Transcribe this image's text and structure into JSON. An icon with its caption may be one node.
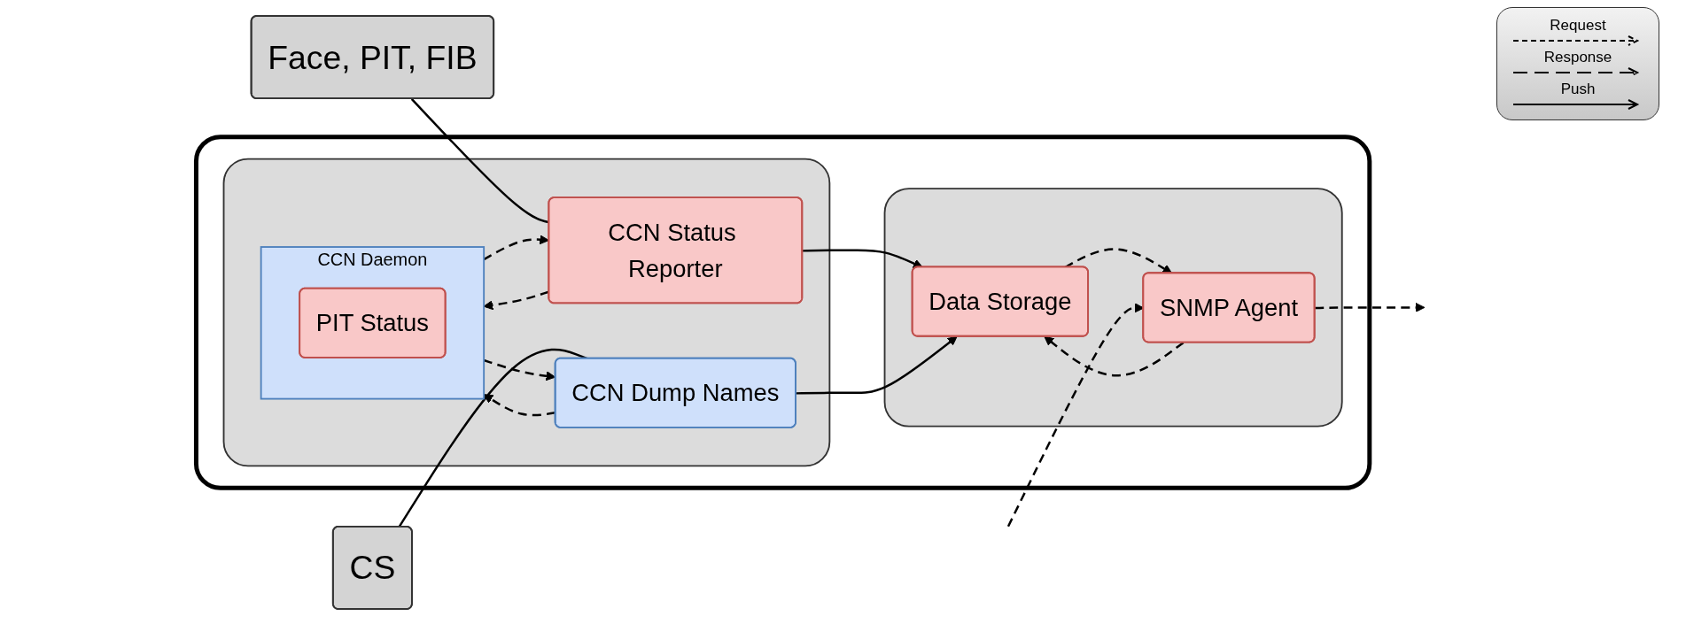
{
  "diagram": {
    "nodes": [
      {
        "text": [],
        "shape": "box"
      },
      {
        "text": [],
        "shape": "box",
        "in": 0
      },
      {
        "text": [
          "CCN Daemon"
        ],
        "in": 1
      },
      {
        "text": [
          "PIT Status"
        ],
        "in": 2
      },
      {
        "text": [
          "CCN Status Reporter"
        ],
        "in": 1
      },
      {
        "text": [
          "CCN Dump Names"
        ],
        "in": 1
      },
      {
        "text": [],
        "shape": "box",
        "in": 0
      },
      {
        "text": [
          "Data Storage"
        ],
        "in": 6
      },
      {
        "text": [
          "SNMP Agent"
        ],
        "in": 6
      },
      {
        "text": [
          "Face, PIT, FIB"
        ]
      },
      {
        "text": [
          "CS"
        ]
      }
    ],
    "edges": [
      {
        "from": 4,
        "to": 2,
        "arrow": "to",
        "style": "dashed"
      },
      {
        "from": 2,
        "to": 4,
        "arrow": "to",
        "style": "dashed"
      },
      {
        "from": 2,
        "to": 5,
        "arrow": "to",
        "style": "dashed"
      },
      {
        "from": 5,
        "to": 2,
        "arrow": "to",
        "style": "dashed"
      },
      {
        "from": 4,
        "to": 7,
        "arrow": "to"
      },
      {
        "from": 5,
        "to": 7,
        "arrow": "to"
      },
      {
        "from": 8,
        "to": 7,
        "arrow": "to",
        "style": "dashed"
      },
      {
        "from": 7,
        "to": 8,
        "arrow": "to",
        "style": "dashed"
      },
      {
        "from": null,
        "to": 8,
        "arrow": "to",
        "style": "dashed"
      },
      {
        "from": 8,
        "to": null,
        "arrow": "to",
        "style": "dashed"
      },
      {
        "from": 9,
        "to": 4,
        "arrow": "none"
      },
      {
        "from": 10,
        "to": 5,
        "arrow": "none"
      }
    ],
    "legend": [
      {
        "text": "Request"
      },
      {
        "text": "Response"
      },
      {
        "text": "Push"
      }
    ]
  }
}
